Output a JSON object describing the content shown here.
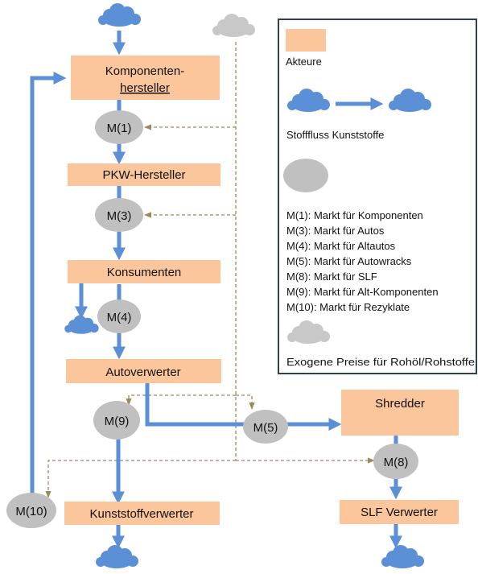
{
  "colors": {
    "actor_fill": "#fbc69b",
    "flow_blue": "#5b8fd6",
    "cloud_blue": "#5b8fd6",
    "market_grey": "#c0c0c0",
    "exo_cloud_grey": "#c8c8c8",
    "price_link": "#9a8a5a",
    "legend_border": "#2f3f57"
  },
  "actors": {
    "komponenten": [
      "Komponenten-",
      "hersteller"
    ],
    "pkw": "PKW-Hersteller",
    "konsumenten": "Konsumenten",
    "autoverwerter": "Autoverwerter",
    "kunststoffverwerter": "Kunststoffverwerter",
    "shredder": "Shredder",
    "slf_verwerter": "SLF Verwerter"
  },
  "markets": {
    "m1": "M(1)",
    "m3": "M(3)",
    "m4": "M(4)",
    "m5": "M(5)",
    "m8": "M(8)",
    "m9": "M(9)",
    "m10": "M(10)"
  },
  "legend": {
    "actors": "Akteure",
    "flow": "Stofffluss  Kunststoffe",
    "markets": [
      "M(1): Markt für Komponenten",
      "M(3): Markt für Autos",
      "M(4): Markt für Altautos",
      "M(5): Markt für Autowracks",
      "M(8): Markt für SLF",
      "M(9): Markt für Alt-Komponenten",
      "M(10): Markt für Rezyklate"
    ],
    "exogenous": "Exogene  Preise  für Rohöl/Rohstoffe"
  }
}
